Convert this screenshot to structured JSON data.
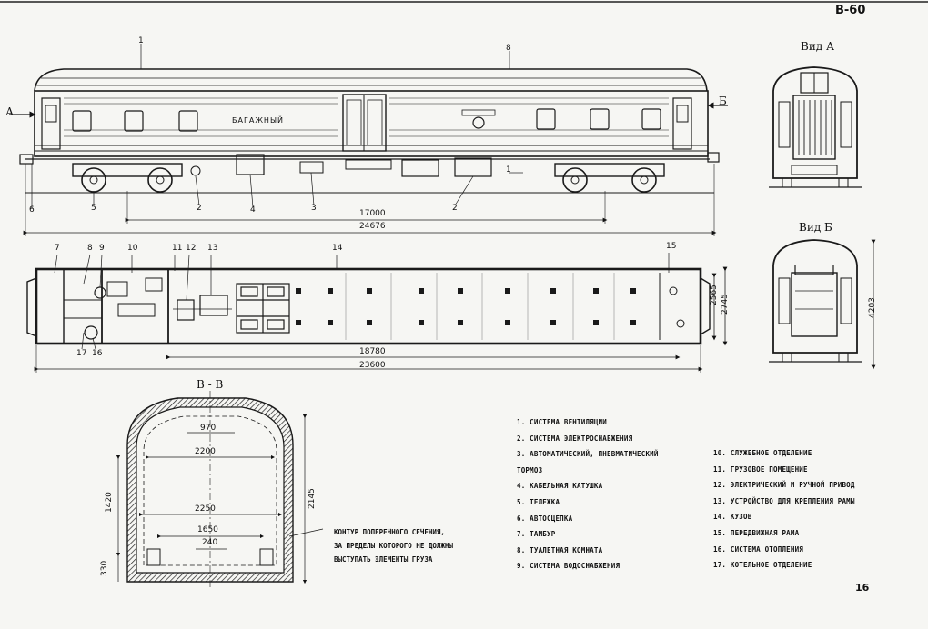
{
  "sheet": {
    "code": "В-60",
    "page_number": "16",
    "section_label": "В - В",
    "view_a_label": "Вид А",
    "view_b_label": "Вид Б",
    "side_marker_a": "А",
    "side_marker_b": "Б",
    "car_lettering": "БАГАЖНЫЙ"
  },
  "side_view": {
    "top_labels": [
      "1",
      "8"
    ],
    "bottom_callouts": [
      "6",
      "5",
      "2",
      "4",
      "3",
      "2",
      "1"
    ],
    "dimensions": [
      "17000",
      "24676"
    ]
  },
  "plan_view": {
    "top_callouts": [
      "7",
      "8",
      "9",
      "10",
      "11",
      "12",
      "13",
      "14",
      "15"
    ],
    "bottom_callouts": [
      "17",
      "16"
    ],
    "dimensions": [
      "18780",
      "23600"
    ],
    "side_dimensions": [
      "2565",
      "2745"
    ]
  },
  "end_view": {
    "height_dimension": "4203"
  },
  "section": {
    "dimensions": [
      "970",
      "2200",
      "2250",
      "1650",
      "240",
      "1420",
      "2145",
      "330"
    ],
    "note_lines": [
      "КОНТУР ПОПЕРЕЧНОГО СЕЧЕНИЯ,",
      "ЗА ПРЕДЕЛЫ КОТОРОГО НЕ ДОЛЖНЫ",
      "ВЫСТУПАТЬ ЭЛЕМЕНТЫ ГРУЗА"
    ]
  },
  "legend_left": [
    "1. СИСТЕМА ВЕНТИЛЯЦИИ",
    "2. СИСТЕМА ЭЛЕКТРОСНАБЖЕНИЯ",
    "3. АВТОМАТИЧЕСКИЙ, ПНЕВМАТИЧЕСКИЙ",
    "   ТОРМОЗ",
    "4. КАБЕЛЬНАЯ КАТУШКА",
    "5. ТЕЛЕЖКА",
    "6. АВТОСЦЕПКА",
    "7. ТАМБУР",
    "8. ТУАЛЕТНАЯ КОМНАТА",
    "9. СИСТЕМА ВОДОСНАБЖЕНИЯ"
  ],
  "legend_right": [
    "10. СЛУЖЕБНОЕ ОТДЕЛЕНИЕ",
    "11. ГРУЗОВОЕ ПОМЕЩЕНИЕ",
    "12. ЭЛЕКТРИЧЕСКИЙ И РУЧНОЙ ПРИВОД",
    "13. УСТРОЙСТВО ДЛЯ КРЕПЛЕНИЯ РАМЫ",
    "14. КУЗОВ",
    "15. ПЕРЕДВИЖНАЯ РАМА",
    "16. СИСТЕМА ОТОПЛЕНИЯ",
    "17. КОТЕЛЬНОЕ ОТДЕЛЕНИЕ"
  ]
}
